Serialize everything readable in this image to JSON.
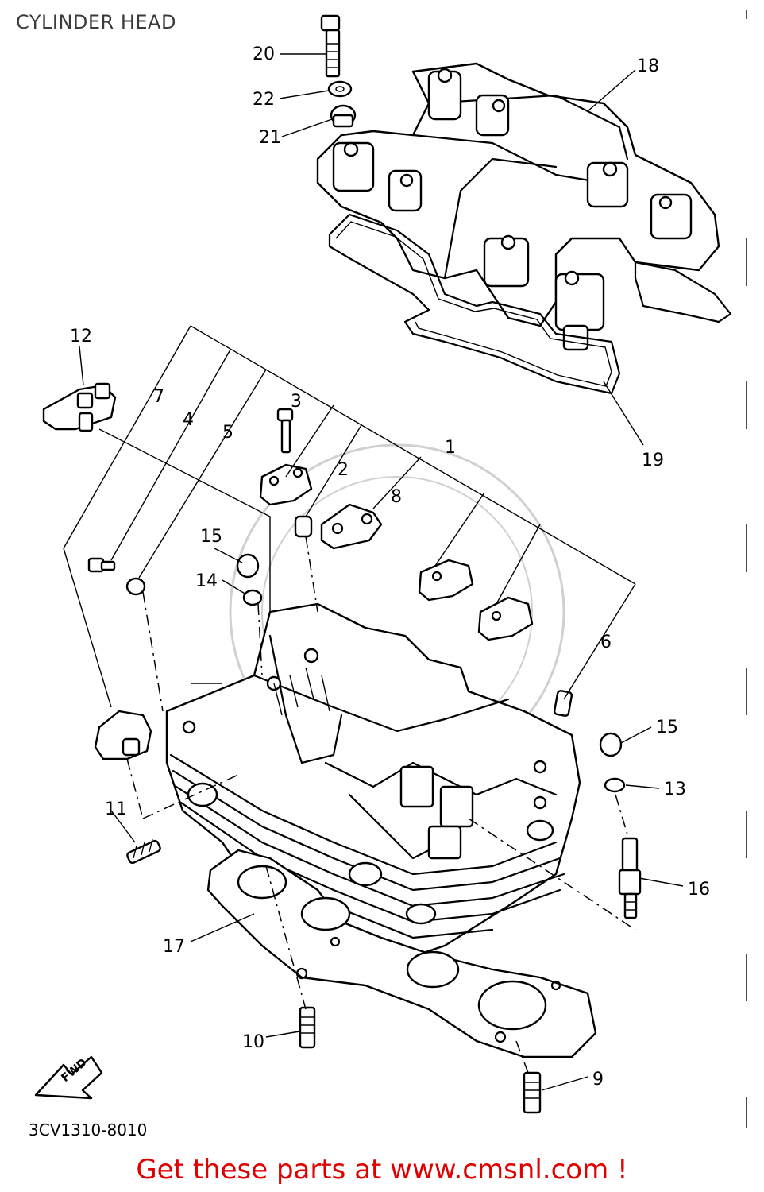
{
  "title": "CYLINDER HEAD",
  "fwd_label": "FWD",
  "diagram_code": "3CV1310-8010",
  "footer": "Get these parts at www.cmsnl.com !",
  "callouts": {
    "c1": "1",
    "c2": "2",
    "c3": "3",
    "c4": "4",
    "c5": "5",
    "c6": "6",
    "c7": "7",
    "c8": "8",
    "c9": "9",
    "c10": "10",
    "c11": "11",
    "c12": "12",
    "c13": "13",
    "c14": "14",
    "c15a": "15",
    "c15b": "15",
    "c16": "16",
    "c17": "17",
    "c18": "18",
    "c19": "19",
    "c20": "20",
    "c21": "21",
    "c22": "22"
  },
  "colors": {
    "footer_text": "#e00000",
    "line": "#000000",
    "title_text": "#3a3a3a"
  }
}
